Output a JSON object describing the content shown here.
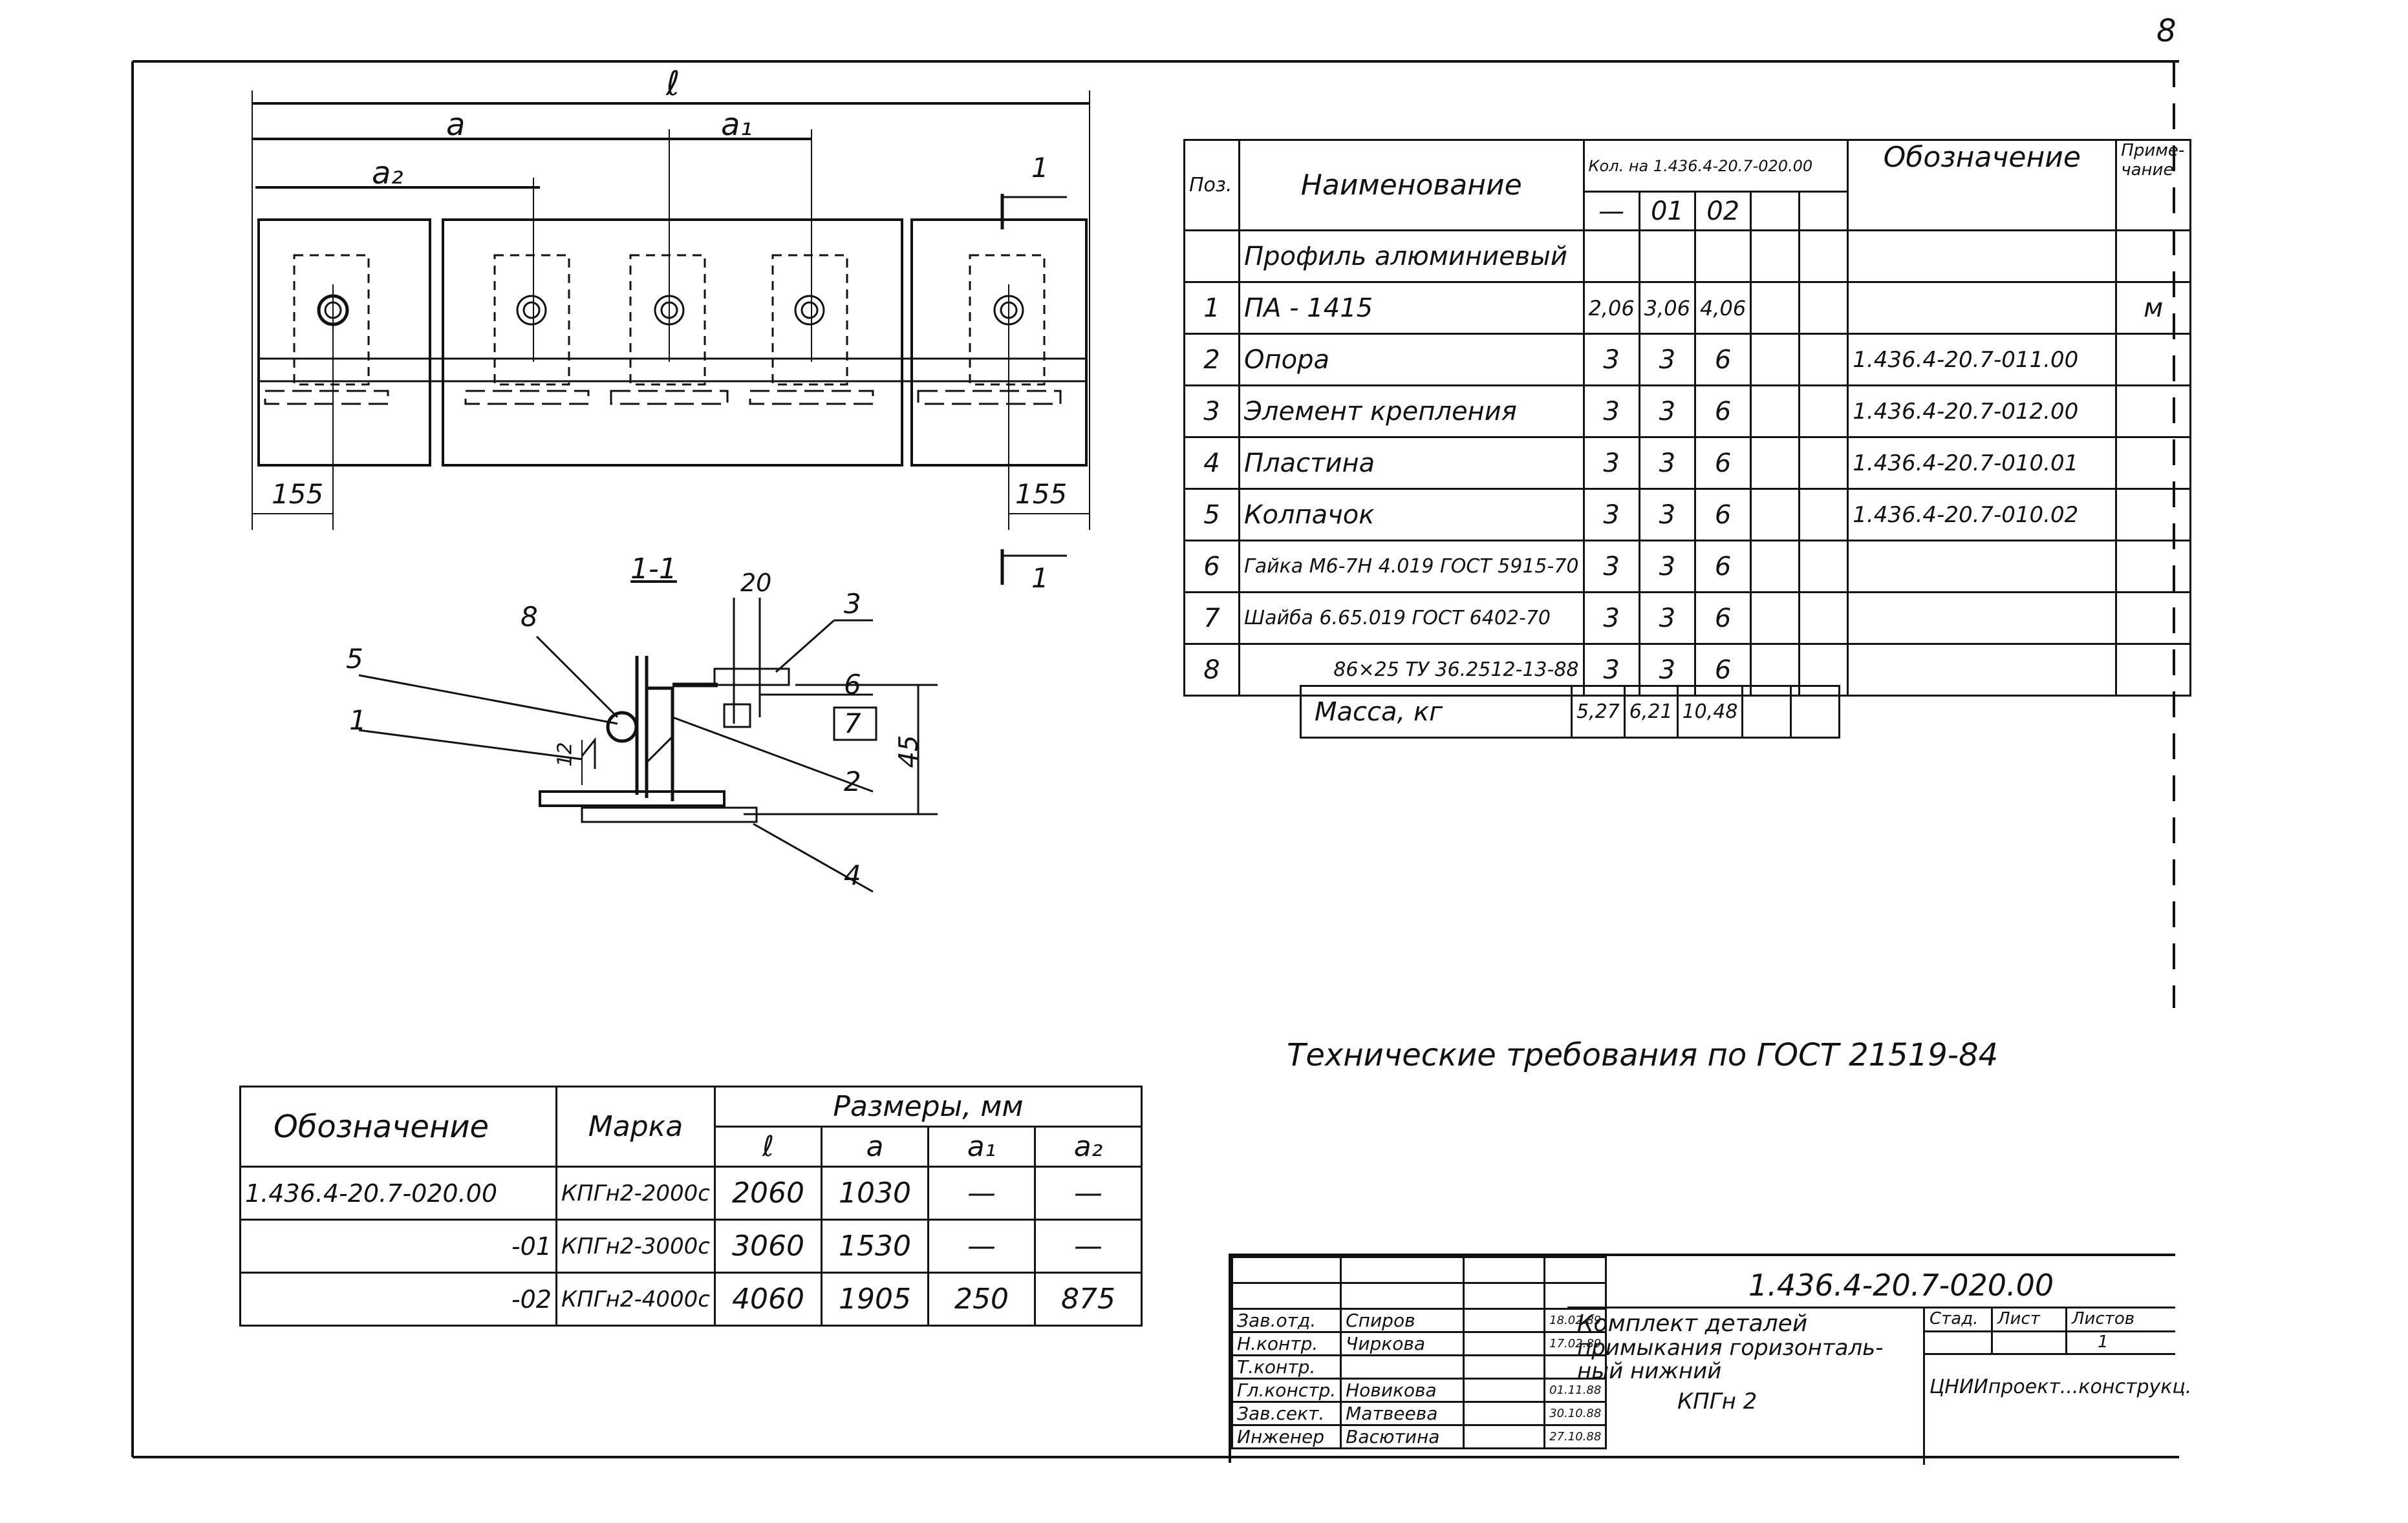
{
  "page_number": "8",
  "drawing": {
    "dim_l": "ℓ",
    "dim_a": "a",
    "dim_a1": "a₁",
    "dim_a2": "a₂",
    "dim_155_left": "155",
    "dim_155_right": "155",
    "section_mark_top": "1",
    "section_mark_bottom": "1",
    "section_title": "1-1",
    "section_dim_20": "20",
    "section_dim_45": "45",
    "section_dim_12": "12",
    "callouts": [
      "8",
      "5",
      "1",
      "3",
      "6",
      "7",
      "2",
      "4"
    ]
  },
  "spec_table": {
    "headers": {
      "pos": "Поз.",
      "name": "Наименование",
      "qty_title": "Кол. на 1.436.4-20.7-020.00",
      "qty_sub": [
        "—",
        "01",
        "02"
      ],
      "designation": "Обозначение",
      "note": "Приме-чание"
    },
    "group_title": "Профиль алюминиевый",
    "rows": [
      {
        "pos": "1",
        "name": "ПА - 1415",
        "q0": "2,06",
        "q1": "3,06",
        "q2": "4,06",
        "des": "",
        "note": "м"
      },
      {
        "pos": "2",
        "name": "Опора",
        "q0": "3",
        "q1": "3",
        "q2": "6",
        "des": "1.436.4-20.7-011.00",
        "note": ""
      },
      {
        "pos": "3",
        "name": "Элемент крепления",
        "q0": "3",
        "q1": "3",
        "q2": "6",
        "des": "1.436.4-20.7-012.00",
        "note": ""
      },
      {
        "pos": "4",
        "name": "Пластина",
        "q0": "3",
        "q1": "3",
        "q2": "6",
        "des": "1.436.4-20.7-010.01",
        "note": ""
      },
      {
        "pos": "5",
        "name": "Колпачок",
        "q0": "3",
        "q1": "3",
        "q2": "6",
        "des": "1.436.4-20.7-010.02",
        "note": ""
      },
      {
        "pos": "6",
        "name": "Гайка М6-7Н 4.019 ГОСТ 5915-70",
        "q0": "3",
        "q1": "3",
        "q2": "6",
        "des": "",
        "note": ""
      },
      {
        "pos": "7",
        "name": "Шайба 6.65.019 ГОСТ 6402-70",
        "q0": "3",
        "q1": "3",
        "q2": "6",
        "des": "",
        "note": ""
      },
      {
        "pos": "8",
        "name": "86×25 ТУ 36.2512-13-88",
        "q0": "3",
        "q1": "3",
        "q2": "6",
        "des": "",
        "note": ""
      }
    ],
    "mass_label": "Масса, кг",
    "mass": [
      "5,27",
      "6,21",
      "10,48"
    ]
  },
  "tech_requirements": "Технические требования по ГОСТ 21519-84",
  "size_table": {
    "h_designation": "Обозначение",
    "h_mark": "Марка",
    "h_sizes": "Размеры, мм",
    "h_sub": [
      "ℓ",
      "a",
      "a₁",
      "a₂"
    ],
    "rows": [
      {
        "des": "1.436.4-20.7-020.00",
        "mark": "КПГн2-2000с",
        "l": "2060",
        "a": "1030",
        "a1": "—",
        "a2": "—"
      },
      {
        "des": "-01",
        "mark": "КПГн2-3000с",
        "l": "3060",
        "a": "1530",
        "a1": "—",
        "a2": "—"
      },
      {
        "des": "-02",
        "mark": "КПГн2-4000с",
        "l": "4060",
        "a": "1905",
        "a1": "250",
        "a2": "875"
      }
    ]
  },
  "title_block": {
    "code": "1.436.4-20.7-020.00",
    "roles": [
      "Зав.отд.",
      "Н.контр.",
      "Т.контр.",
      "Гл.констр.",
      "Зав.сект.",
      "Инженер"
    ],
    "names": [
      "Спиров",
      "Чиркова",
      "",
      "Новикова",
      "Матвеева",
      "Васютина"
    ],
    "dates": [
      "18.02.89",
      "17.02.89",
      "",
      "01.11.88",
      "30.10.88",
      "27.10.88"
    ],
    "title_lines": [
      "Комплект деталей",
      "примыкания горизонталь-",
      "ный нижний",
      "КПГн 2"
    ],
    "stage_label": "Стад.",
    "sheet_label": "Лист",
    "sheets_label": "Листов",
    "sheets_value": "1",
    "org": "ЦНИИпроект...конструкц."
  }
}
